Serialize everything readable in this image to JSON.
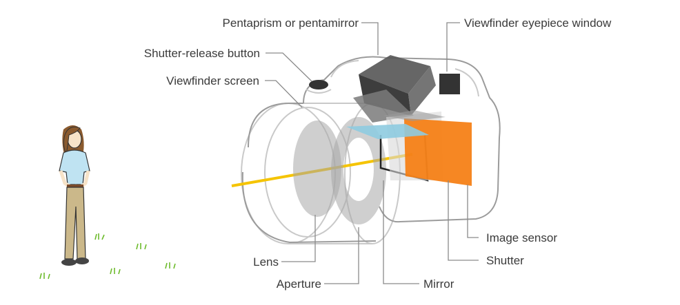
{
  "labels": {
    "pentaprism": "Pentaprism or pentamirror",
    "eyepiece": "Viewfinder eyepiece window",
    "shutter_release": "Shutter-release button",
    "viewfinder_screen": "Viewfinder screen",
    "lens": "Lens",
    "aperture": "Aperture",
    "mirror": "Mirror",
    "image_sensor": "Image sensor",
    "shutter": "Shutter"
  },
  "colors": {
    "light_path": "#f5c400",
    "image_sensor": "#f57d10",
    "viewfinder_screen": "#8ecbe0",
    "pentaprism": "#555555",
    "person_shirt": "#bfe3f2"
  }
}
